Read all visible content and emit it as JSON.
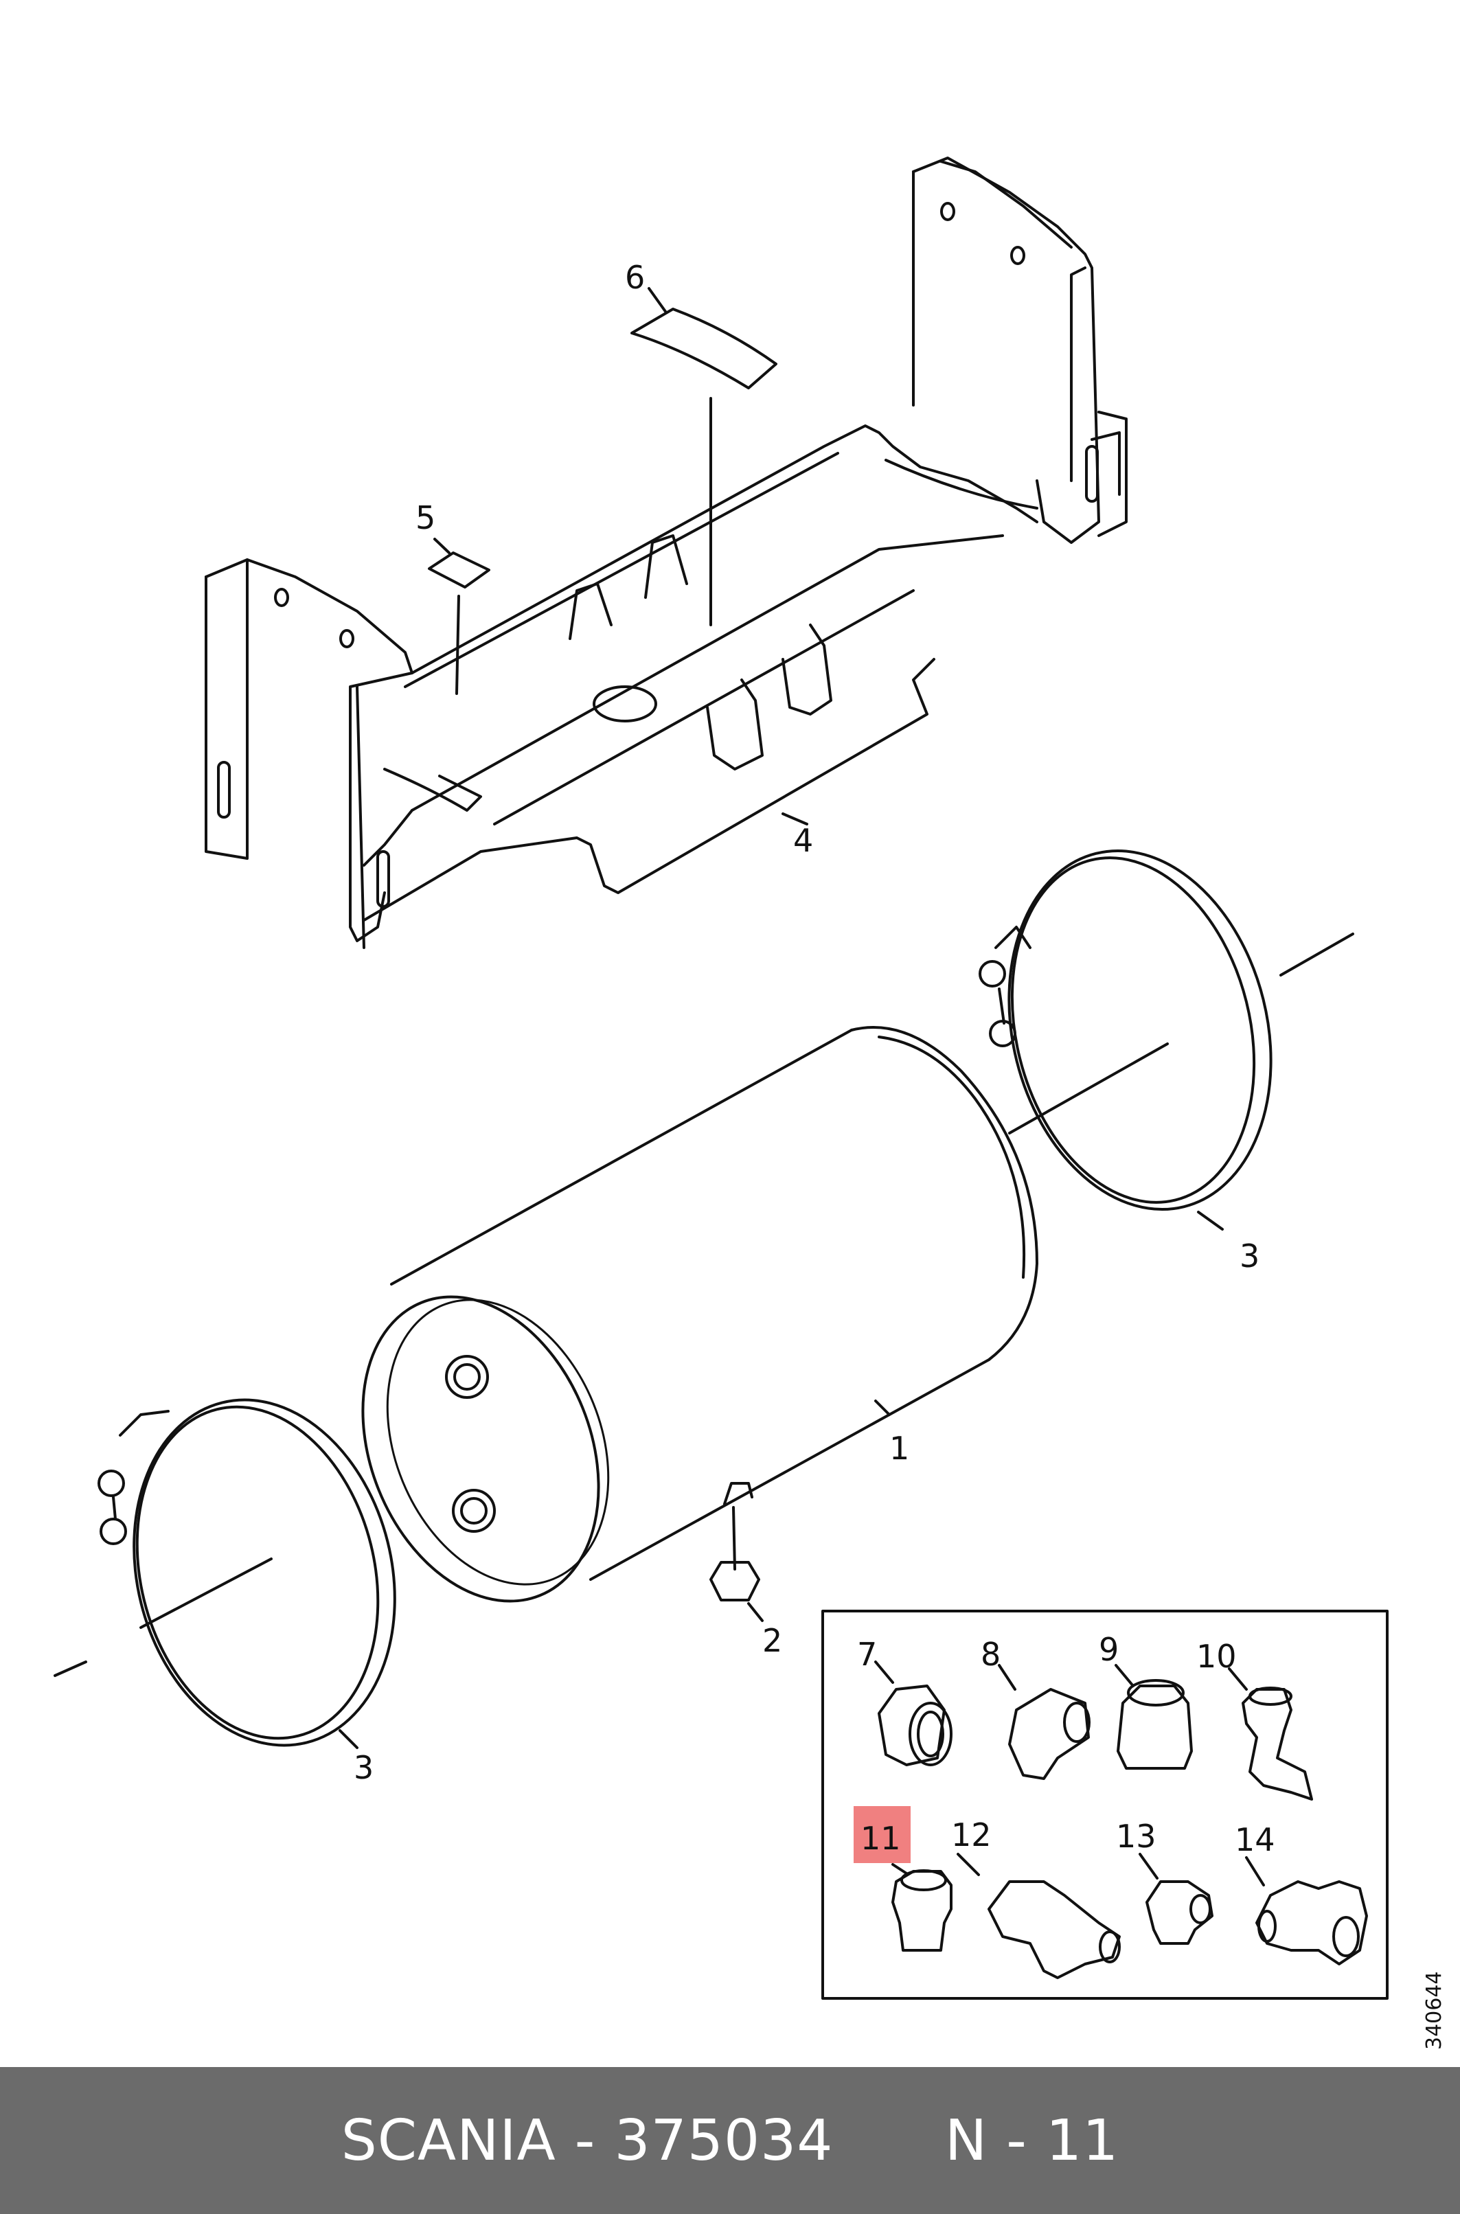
{
  "diagram": {
    "callouts": {
      "c1": "1",
      "c2": "2",
      "c3a": "3",
      "c3b": "3",
      "c4": "4",
      "c5": "5",
      "c6": "6",
      "c7": "7",
      "c8": "8",
      "c9": "9",
      "c10": "10",
      "c11": "11",
      "c12": "12",
      "c13": "13",
      "c14": "14"
    },
    "highlight_color": "#f08080",
    "reference_number": "340644"
  },
  "footer": {
    "brand": "SCANIA",
    "separator": " - ",
    "part_number": "375034",
    "position_label": "N - 11",
    "background_color": "#6b6b6b"
  }
}
